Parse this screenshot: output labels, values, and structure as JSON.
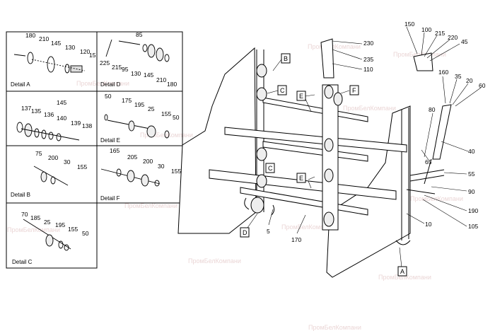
{
  "watermark": "ПромБелКомпани",
  "details": {
    "A": {
      "caption": "Detail A",
      "parts": [
        "180",
        "210",
        "145",
        "130",
        "120",
        "15"
      ]
    },
    "D": {
      "caption": "Detail D",
      "parts": [
        "85",
        "225",
        "215",
        "95",
        "130",
        "145",
        "210",
        "180"
      ]
    },
    "right_of_A": {
      "parts": [
        "145",
        "137",
        "135",
        "136",
        "140",
        "139",
        "138"
      ]
    },
    "E": {
      "caption": "Detail E",
      "parts": [
        "50",
        "175",
        "195",
        "25",
        "155",
        "50"
      ]
    },
    "B": {
      "caption": "Detail B",
      "parts": [
        "75",
        "200",
        "30",
        "155"
      ]
    },
    "F": {
      "caption": "Detail F",
      "parts": [
        "165",
        "205",
        "200",
        "30",
        "155"
      ]
    },
    "C": {
      "caption": "Detail C",
      "parts": [
        "70",
        "185",
        "25",
        "195",
        "155",
        "50"
      ]
    }
  },
  "callouts": {
    "B": "B",
    "C1": "C",
    "E1": "E",
    "F": "F",
    "C2": "C",
    "E2": "E",
    "D": "D",
    "A": "A"
  },
  "main_parts": {
    "p230": "230",
    "p235": "235",
    "p110": "110",
    "p150": "150",
    "p100": "100",
    "p215": "215",
    "p220": "220",
    "p45": "45",
    "p160": "160",
    "p35": "35",
    "p20": "20",
    "p60": "60",
    "p80": "80",
    "p40": "40",
    "p65": "65",
    "p55": "55",
    "p90": "90",
    "p190": "190",
    "p105": "105",
    "p10": "10",
    "p5": "5",
    "p170": "170"
  }
}
